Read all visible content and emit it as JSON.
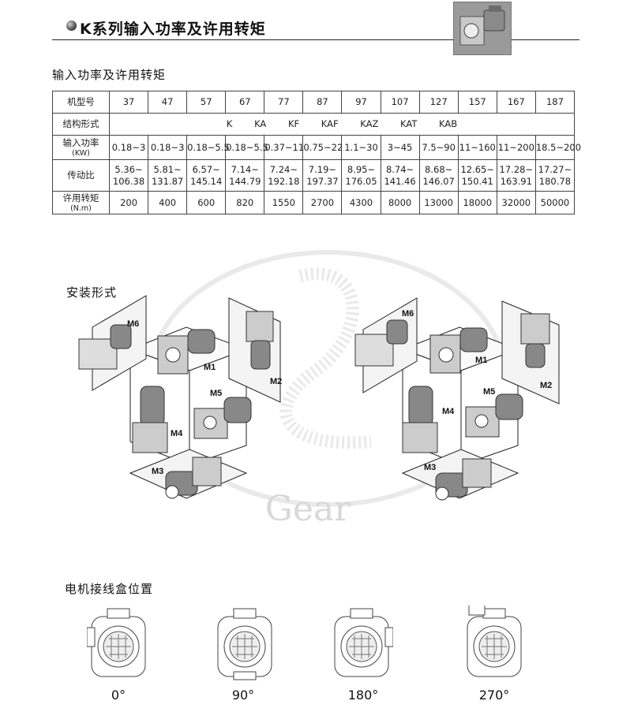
{
  "header": {
    "title": "K系列输入功率及许用转矩",
    "thumb_icon": "gear-motor-photo"
  },
  "table_section": {
    "title": "输入功率及许用转矩",
    "rows": {
      "model": {
        "label": "机型号",
        "values": [
          "37",
          "47",
          "57",
          "67",
          "77",
          "87",
          "97",
          "107",
          "127",
          "157",
          "167",
          "187"
        ]
      },
      "structure": {
        "label": "结构形式",
        "values": [
          "K",
          "KA",
          "KF",
          "KAF",
          "KAZ",
          "KAT",
          "KAB"
        ]
      },
      "power": {
        "label": "输入功率",
        "sub": "(KW)",
        "values": [
          "0.18~3",
          "0.18~3",
          "0.18~5.5",
          "0.18~5.5",
          "0.37~11",
          "0.75~22",
          "1.1~30",
          "3~45",
          "7.5~90",
          "11~160",
          "11~200",
          "18.5~200"
        ]
      },
      "ratio": {
        "label": "传动比",
        "values": [
          [
            "5.36~",
            "106.38"
          ],
          [
            "5.81~",
            "131.87"
          ],
          [
            "6.57~",
            "145.14"
          ],
          [
            "7.14~",
            "144.79"
          ],
          [
            "7.24~",
            "192.18"
          ],
          [
            "7.19~",
            "197.37"
          ],
          [
            "8.95~",
            "176.05"
          ],
          [
            "8.74~",
            "141.46"
          ],
          [
            "8.68~",
            "146.07"
          ],
          [
            "12.65~",
            "150.41"
          ],
          [
            "17.28~",
            "163.91"
          ],
          [
            "17.27~",
            "180.78"
          ]
        ]
      },
      "torque": {
        "label": "许用转矩",
        "sub": "(N.m)",
        "values": [
          "200",
          "400",
          "600",
          "820",
          "1550",
          "2700",
          "4300",
          "8000",
          "13000",
          "18000",
          "32000",
          "50000"
        ]
      }
    }
  },
  "mounting": {
    "title": "安装形式",
    "left": {
      "labels": {
        "m1": "M1",
        "m2": "M2",
        "m3": "M3",
        "m4": "M4",
        "m5": "M5",
        "m6": "M6"
      }
    },
    "right": {
      "labels": {
        "m1": "M1",
        "m2": "M2",
        "m3": "M3",
        "m4": "M4",
        "m5": "M5",
        "m6": "M6"
      }
    },
    "watermark": "Gear"
  },
  "wiring": {
    "title": "电机接线盒位置",
    "positions": [
      {
        "angle": "0°"
      },
      {
        "angle": "90°"
      },
      {
        "angle": "180°"
      },
      {
        "angle": "270°"
      }
    ]
  }
}
